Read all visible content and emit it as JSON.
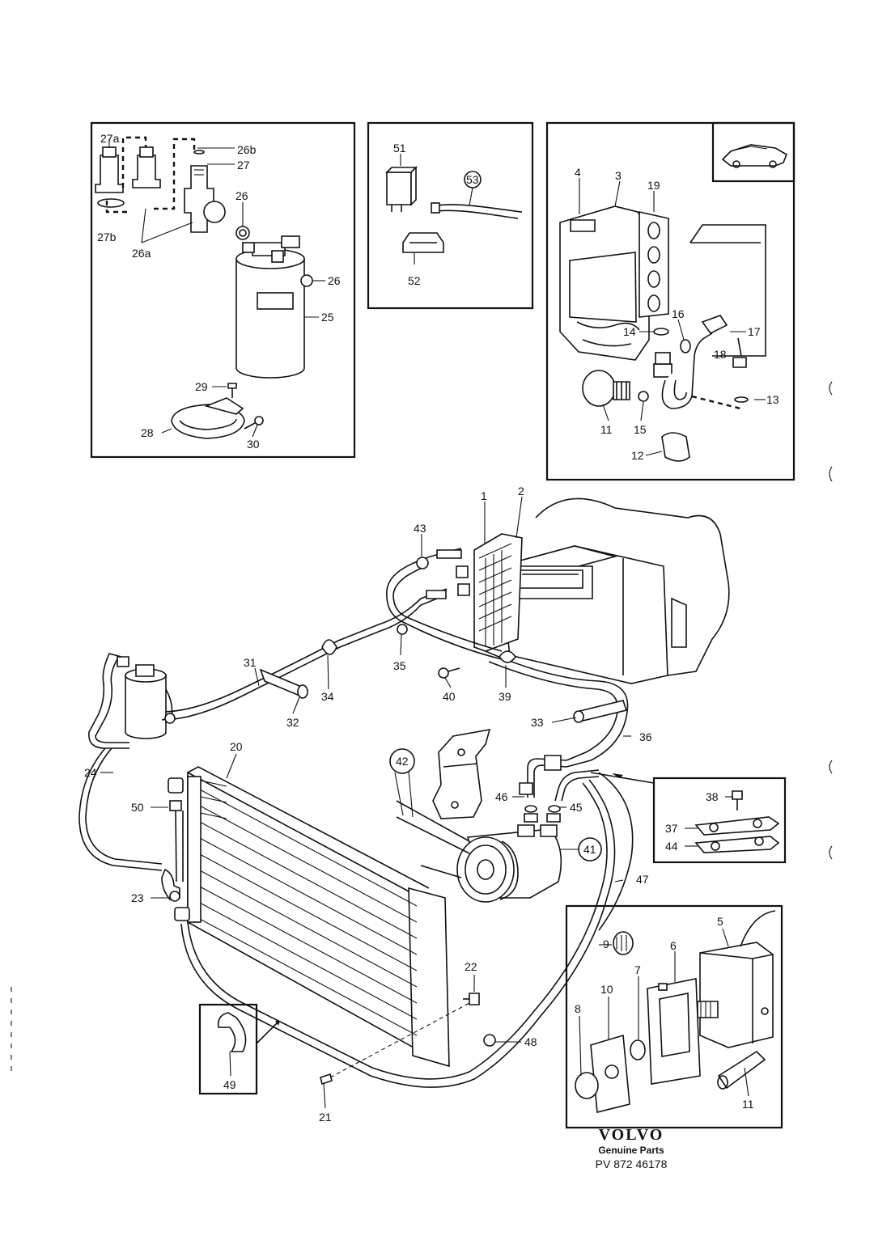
{
  "labels": {
    "p27a": "27a",
    "p26b": "26b",
    "p27_top": "27",
    "p26_top": "26",
    "p27b": "27b",
    "p26a": "26a",
    "p26_mid": "26",
    "p25": "25",
    "p29": "29",
    "p28": "28",
    "p30": "30",
    "p51": "51",
    "p53": "53",
    "p52": "52",
    "p4": "4",
    "p3": "3",
    "p19": "19",
    "p16": "16",
    "p14": "14",
    "p17": "17",
    "p18": "18",
    "p13": "13",
    "p11_top": "11",
    "p15": "15",
    "p12": "12",
    "p1": "1",
    "p2": "2",
    "p43": "43",
    "p31": "31",
    "p35": "35",
    "p34": "34",
    "p32": "32",
    "p40": "40",
    "p39": "39",
    "p33": "33",
    "p36": "36",
    "p24": "24",
    "p20": "20",
    "p42": "42",
    "p46": "46",
    "p45": "45",
    "p38": "38",
    "p37": "37",
    "p44": "44",
    "p50": "50",
    "p41": "41",
    "p47": "47",
    "p23": "23",
    "p5": "5",
    "p9": "9",
    "p6": "6",
    "p10": "10",
    "p7": "7",
    "p8": "8",
    "p22": "22",
    "p48": "48",
    "p49": "49",
    "p21": "21",
    "p11_bot": "11"
  },
  "footer": {
    "brand": "VOLVO",
    "subtitle": "Genuine Parts",
    "code": "PV 872 46178"
  }
}
